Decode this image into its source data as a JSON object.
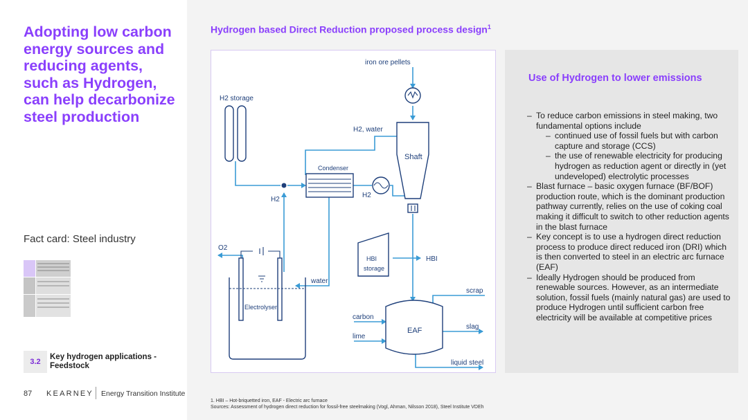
{
  "left": {
    "headline": "Adopting low carbon energy sources and reducing agents, such as Hydrogen, can help decarbonize steel production",
    "fact_card_label": "Fact card: Steel industry",
    "section_number": "3.2",
    "section_title": "Key hydrogen applications - Feedstock",
    "page_number": "87",
    "brand": "KEARNEY",
    "institute": "Energy Transition Institute"
  },
  "diagram": {
    "title": "Hydrogen based Direct Reduction proposed process design",
    "title_sup": "1",
    "labels": {
      "iron_ore": "iron ore pellets",
      "h2_storage": "H2 storage",
      "h2_water": "H2, water",
      "shaft": "Shaft",
      "condenser": "Condenser",
      "h2_left": "H2",
      "h2_right": "H2",
      "o2": "O2",
      "hbi_storage_1": "HBI",
      "hbi_storage_2": "storage",
      "hbi": "HBI",
      "water": "water",
      "electrolyser": "Electrolyser",
      "scrap": "scrap",
      "carbon": "carbon",
      "lime": "lime",
      "eaf": "EAF",
      "slag": "slag",
      "liquid_steel": "liquid steel"
    }
  },
  "info": {
    "title": "Use of Hydrogen to lower emissions",
    "bullets": [
      {
        "text": "To reduce carbon emissions in steel making, two fundamental options include",
        "level": 1
      },
      {
        "text": "continued use of fossil fuels but with carbon capture and storage (CCS)",
        "level": 2
      },
      {
        "text": "the use of renewable electricity for producing hydrogen as reduction agent or directly in (yet undeveloped) electrolytic processes",
        "level": 2
      },
      {
        "text": "Blast furnace – basic oxygen furnace (BF/BOF) production route, which is the dominant production pathway currently, relies on the use of coking coal making it difficult to switch to other reduction agents in the blast furnace",
        "level": 1
      },
      {
        "text": "Key concept is to use a hydrogen direct reduction process to produce direct reduced iron (DRI) which is then converted to steel in an electric arc furnace (EAF)",
        "level": 1
      },
      {
        "text": "Ideally Hydrogen should be produced from renewable sources. However, as an intermediate solution, fossil fuels (mainly natural gas) are used to produce Hydrogen until sufficient carbon free electricity will be available at competitive prices",
        "level": 1
      }
    ]
  },
  "footnote": {
    "line1": "1. HBI – Hot-briquetted iron, EAF - Electric arc furnace",
    "line2": "Sources: Assessment of hydrogen direct reduction for fossil-free steelmaking (Vogl, Ahman, Nilsson 2018), Steel Institute VDEh"
  },
  "colors": {
    "accent": "#8a3ffc",
    "diagram_line": "#3a9bd5",
    "diagram_ink": "#1e3f7a"
  }
}
